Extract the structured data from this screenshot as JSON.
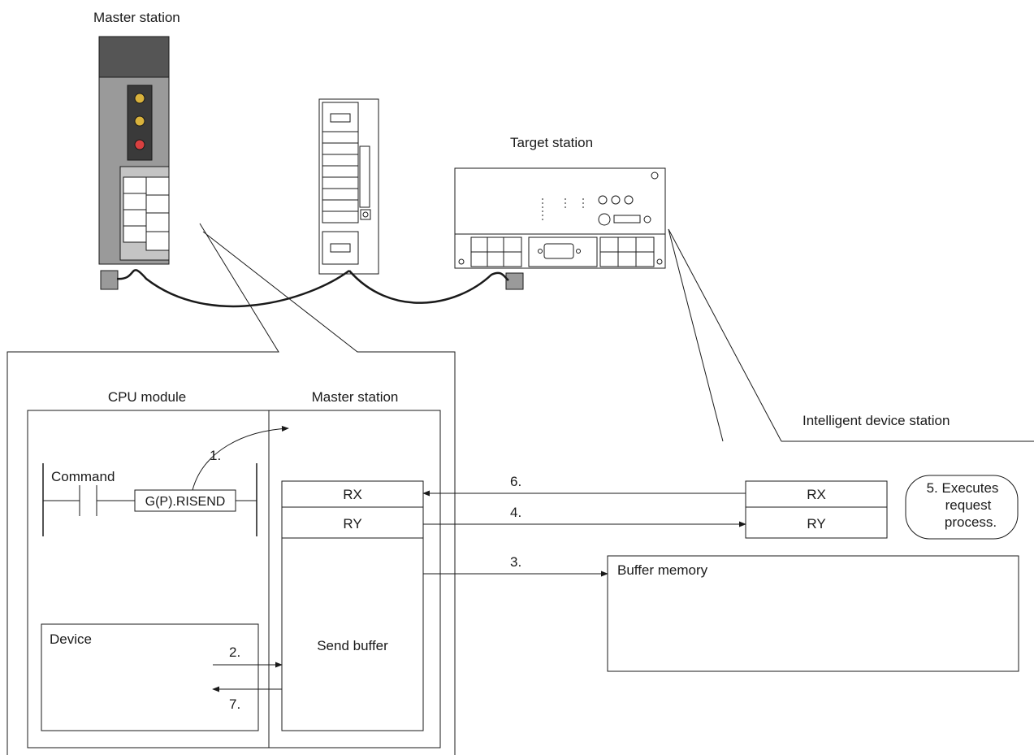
{
  "labels": {
    "master_station_top": "Master station",
    "target_station": "Target station",
    "cpu_module": "CPU module",
    "master_station_panel": "Master station",
    "intelligent_device_station": "Intelligent device station",
    "command": "Command",
    "instruction": "G(P).RISEND",
    "device": "Device",
    "send_buffer": "Send buffer",
    "master_rx": "RX",
    "master_ry": "RY",
    "target_rx": "RX",
    "target_ry": "RY",
    "buffer_memory": "Buffer memory"
  },
  "steps": {
    "s1": "1.",
    "s2": "2.",
    "s3": "3.",
    "s4": "4.",
    "s6": "6.",
    "s7": "7."
  },
  "process_note": [
    "5. Executes",
    "request",
    "process."
  ],
  "colors": {
    "line": "#1a1a1a",
    "module_gray": "#9a9a9a",
    "module_dark": "#555555",
    "led_yellow": "#d9b23c",
    "led_red": "#d94040"
  }
}
